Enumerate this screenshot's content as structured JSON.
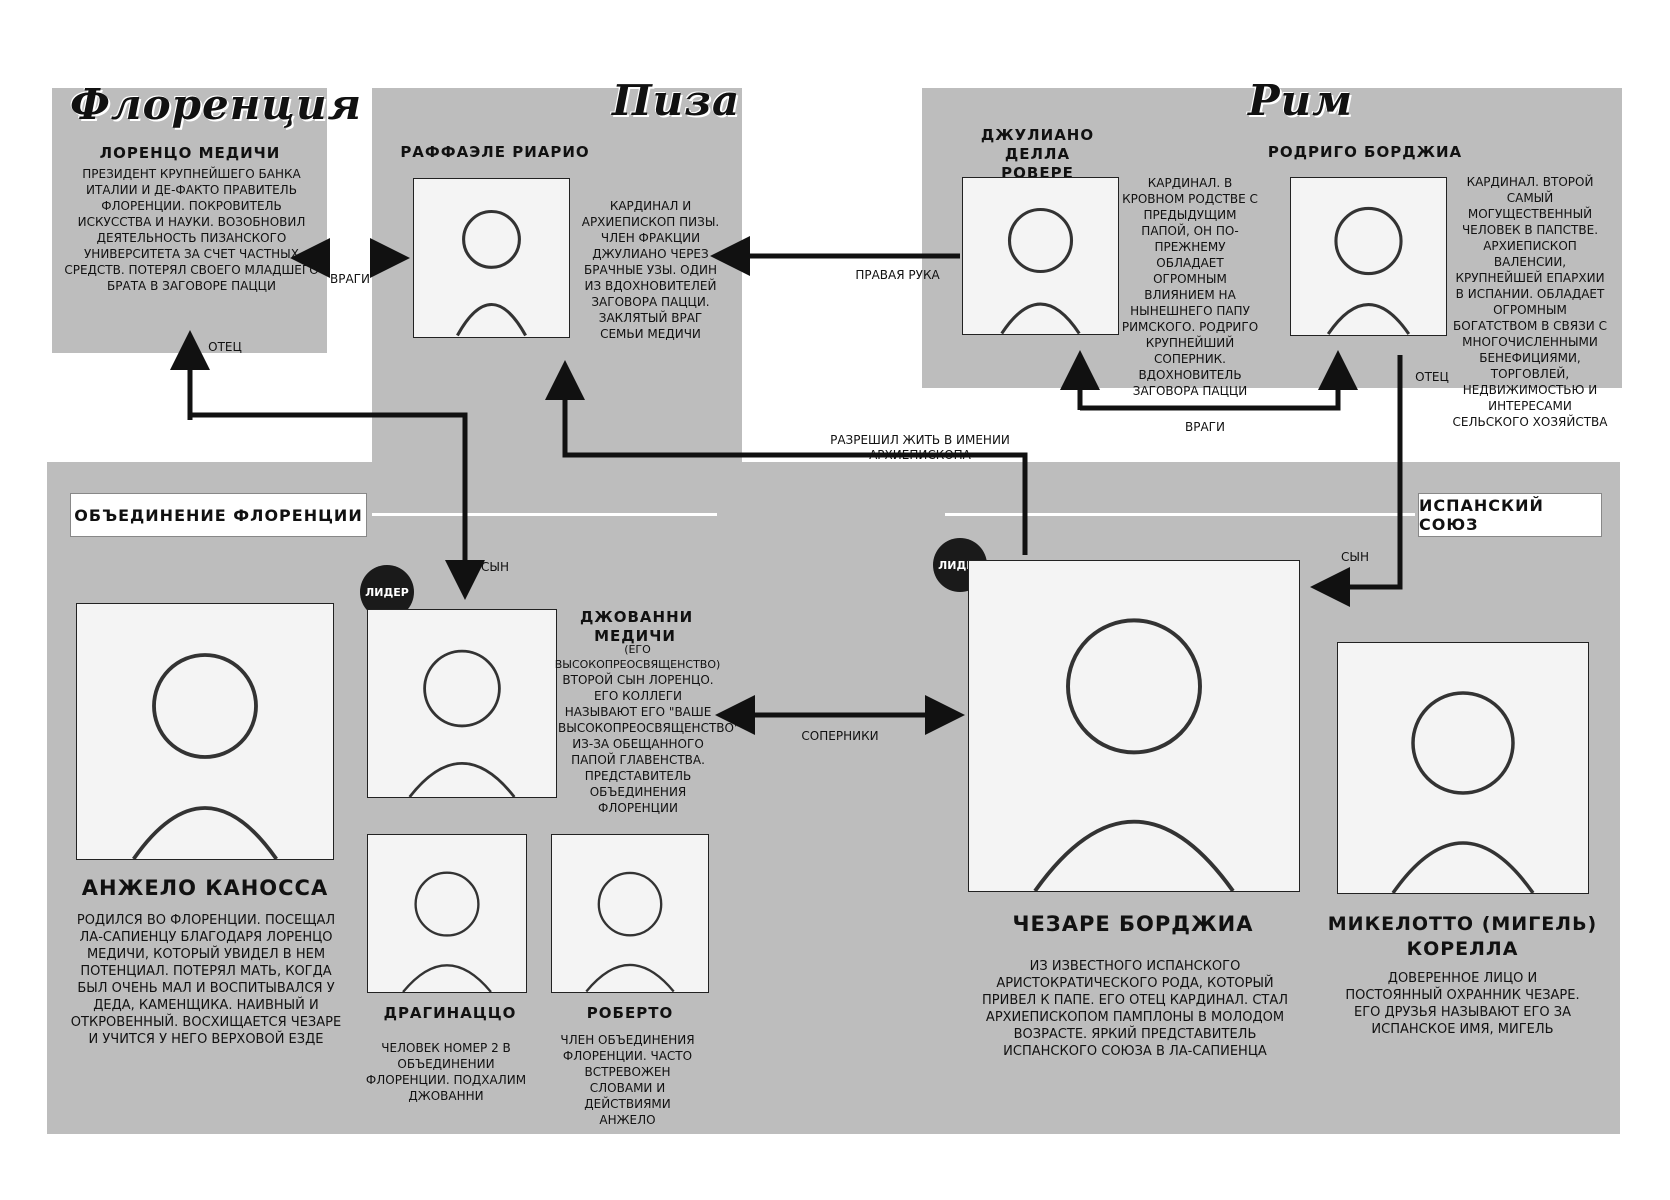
{
  "regions": {
    "florence": "Флоренция",
    "pisa": "Пиза",
    "rome": "Рим"
  },
  "characters": {
    "lorenzo": {
      "name": "ЛОРЕНЦО МЕДИЧИ",
      "desc": "ПРЕЗИДЕНТ КРУПНЕЙШЕГО БАНКА ИТАЛИИ И ДЕ-ФАКТО ПРАВИТЕЛЬ ФЛОРЕНЦИИ. ПОКРОВИТЕЛЬ ИСКУССТВА И НАУКИ. ВОЗОБНОВИЛ ДЕЯТЕЛЬНОСТЬ ПИЗАНСКОГО УНИВЕРСИТЕТА ЗА СЧЕТ ЧАСТНЫХ СРЕДСТВ. ПОТЕРЯЛ СВОЕГО МЛАДШЕГО БРАТА В ЗАГОВОРЕ ПАЦЦИ"
    },
    "raffaele": {
      "name": "РАФФАЭЛЕ РИАРИО",
      "desc": "КАРДИНАЛ И АРХИЕПИСКОП ПИЗЫ. ЧЛЕН ФРАКЦИИ ДЖУЛИАНО ЧЕРЕЗ БРАЧНЫЕ УЗЫ. ОДИН ИЗ ВДОХНОВИТЕЛЕЙ ЗАГОВОРА ПАЦЦИ. ЗАКЛЯТЫЙ ВРАГ СЕМЬИ МЕДИЧИ"
    },
    "giuliano": {
      "name": "ДЖУЛИАНО ДЕЛЛА РОВЕРЕ",
      "desc": "КАРДИНАЛ. В КРОВНОМ РОДСТВЕ С ПРЕДЫДУЩИМ ПАПОЙ, ОН ПО-ПРЕЖНЕМУ ОБЛАДАЕТ ОГРОМНЫМ ВЛИЯНИЕМ НА НЫНЕШНЕГО ПАПУ РИМСКОГО. РОДРИГО КРУПНЕЙШИЙ СОПЕРНИК. ВДОХНОВИТЕЛЬ ЗАГОВОРА ПАЦЦИ"
    },
    "rodrigo": {
      "name": "РОДРИГО БОРДЖИА",
      "desc": "КАРДИНАЛ. ВТОРОЙ САМЫЙ МОГУЩЕСТВЕННЫЙ ЧЕЛОВЕК В ПАПСТВЕ. АРХИЕПИСКОП ВАЛЕНСИИ, КРУПНЕЙШЕЙ ЕПАРХИИ В ИСПАНИИ. ОБЛАДАЕТ ОГРОМНЫМ БОГАТСТВОМ В СВЯЗИ С МНОГОЧИСЛЕННЫМИ БЕНЕФИЦИЯМИ, ТОРГОВЛЕЙ, НЕДВИЖИМОСТЬЮ И ИНТЕРЕСАМИ СЕЛЬСКОГО ХОЗЯЙСТВА"
    },
    "angelo": {
      "name": "АНЖЕЛО КАНОССА",
      "desc": "РОДИЛСЯ ВО ФЛОРЕНЦИИ. ПОСЕЩАЛ ЛА-САПИЕНЦУ БЛАГОДАРЯ ЛОРЕНЦО МЕДИЧИ, КОТОРЫЙ УВИДЕЛ В НЕМ ПОТЕНЦИАЛ. ПОТЕРЯЛ МАТЬ, КОГДА БЫЛ ОЧЕНЬ МАЛ И ВОСПИТЫВАЛСЯ У ДЕДА, КАМЕНЩИКА. НАИВНЫЙ И ОТКРОВЕННЫЙ. ВОСХИЩАЕТСЯ ЧЕЗАРЕ И УЧИТСЯ У НЕГО ВЕРХОВОЙ ЕЗДЕ"
    },
    "giovanni": {
      "name": "ДЖОВАННИ МЕДИЧИ",
      "subtitle": "(ЕГО ВЫСОКОПРЕОСВЯЩЕНСТВО)",
      "desc": "ВТОРОЙ СЫН ЛОРЕНЦО. ЕГО КОЛЛЕГИ НАЗЫВАЮТ ЕГО \"ВАШЕ ВЫСОКОПРЕОСВЯЩЕНСТВО\" ИЗ-ЗА ОБЕЩАННОГО ПАПОЙ ГЛАВЕНСТВА. ПРЕДСТАВИТЕЛЬ ОБЪЕДИНЕНИЯ ФЛОРЕНЦИИ"
    },
    "dragonazzo": {
      "name": "ДРАГИНАЦЦО",
      "desc": "ЧЕЛОВЕК НОМЕР 2 В ОБЪЕДИНЕНИИ ФЛОРЕНЦИИ. ПОДХАЛИМ ДЖОВАННИ"
    },
    "roberto": {
      "name": "РОБЕРТО",
      "desc": "ЧЛЕН ОБЪЕДИНЕНИЯ ФЛОРЕНЦИИ. ЧАСТО ВСТРЕВОЖЕН СЛОВАМИ И ДЕЙСТВИЯМИ АНЖЕЛО"
    },
    "cesare": {
      "name": "ЧЕЗАРЕ БОРДЖИА",
      "desc": "ИЗ ИЗВЕСТНОГО ИСПАНСКОГО АРИСТОКРАТИЧЕСКОГО РОДА, КОТОРЫЙ ПРИВЕЛ К ПАПЕ. ЕГО ОТЕЦ КАРДИНАЛ. СТАЛ АРХИЕПИСКОПОМ ПАМПЛОНЫ В МОЛОДОМ ВОЗРАСТЕ. ЯРКИЙ ПРЕДСТАВИТЕЛЬ ИСПАНСКОГО СОЮЗА В ЛА-САПИЕНЦА"
    },
    "micheletto": {
      "name": "МИКЕЛОТТО (МИГЕЛЬ) КОРЕЛЛА",
      "desc": "ДОВЕРЕННОЕ ЛИЦО И ПОСТОЯННЫЙ ОХРАННИК ЧЕЗАРЕ. ЕГО ДРУЗЬЯ НАЗЫВАЮТ ЕГО ЗА ИСПАНСКОЕ ИМЯ, МИГЕЛЬ"
    }
  },
  "sections": {
    "florence_union": "ОБЪЕДИНЕНИЕ ФЛОРЕНЦИИ",
    "spanish_union": "ИСПАНСКИЙ СОЮЗ"
  },
  "relations": {
    "enemies_1": "ВРАГИ",
    "father_1": "ОТЕЦ",
    "right_hand": "ПРАВАЯ РУКА",
    "enemies_2": "ВРАГИ",
    "father_2": "ОТЕЦ",
    "allowed": "РАЗРЕШИЛ ЖИТЬ В ИМЕНИИ АРХИЕПИСКОПА",
    "son_1": "СЫН",
    "son_2": "СЫН",
    "rivals": "СОПЕРНИКИ"
  },
  "badges": {
    "leader_1": "ЛИДЕР",
    "leader_2": "ЛИДЕР"
  },
  "icons": {
    "portrait": "portrait-icon",
    "arrow": "arrow-icon"
  }
}
